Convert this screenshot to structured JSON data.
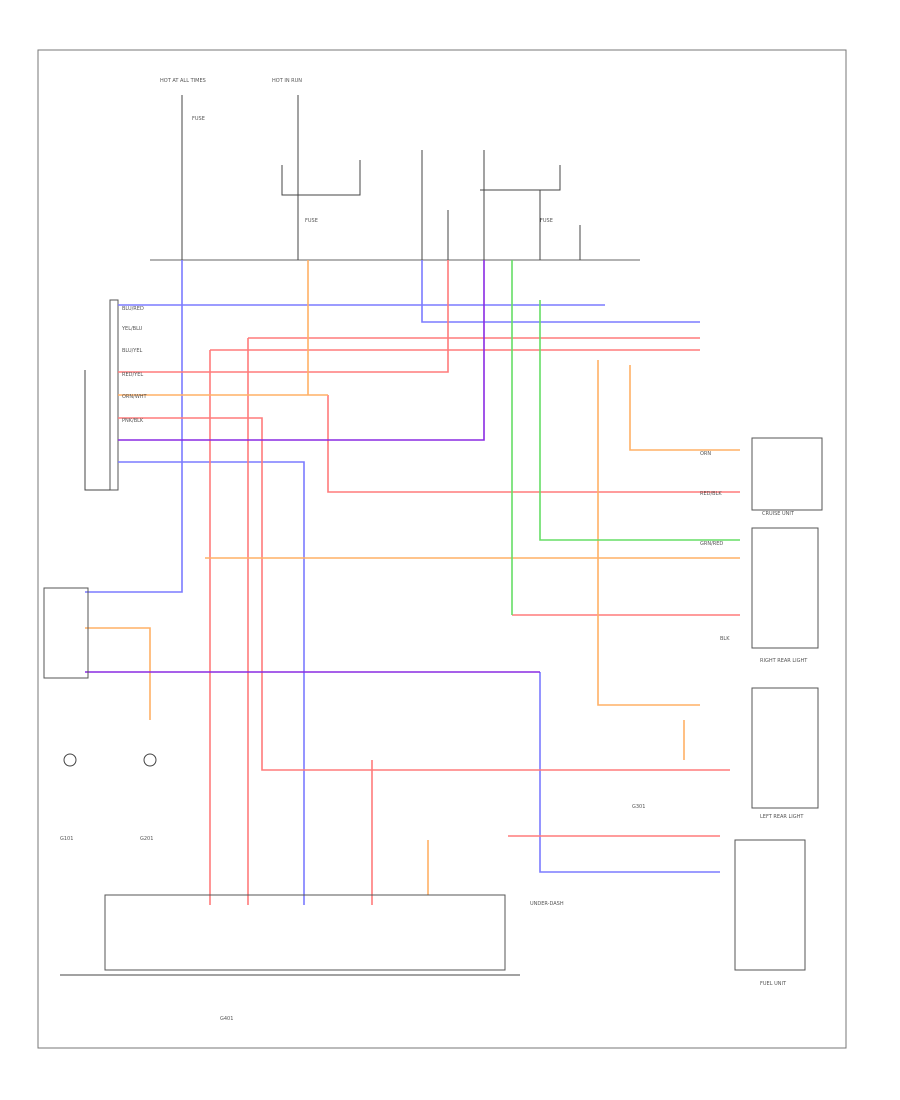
{
  "diagram": {
    "labels": [
      {
        "id": "hot-at-all-times",
        "text": "HOT AT ALL TIMES"
      },
      {
        "id": "hot-in-run",
        "text": "HOT IN RUN"
      },
      {
        "id": "note-top-right",
        "text": ""
      },
      {
        "id": "fuse-left",
        "text": "FUSE"
      },
      {
        "id": "fuse-mid",
        "text": "FUSE"
      },
      {
        "id": "fuse-right",
        "text": "FUSE"
      },
      {
        "id": "wire-blu-red",
        "text": "BLU/RED"
      },
      {
        "id": "wire-yel-blu",
        "text": "YEL/BLU"
      },
      {
        "id": "wire-blu-yel",
        "text": "BLU/YEL"
      },
      {
        "id": "wire-red-yel",
        "text": "RED/YEL"
      },
      {
        "id": "wire-orn-wht",
        "text": "ORN/WHT"
      },
      {
        "id": "wire-pnk-blk",
        "text": "PNK/BLK"
      },
      {
        "id": "wire-grn-red",
        "text": "GRN/RED"
      },
      {
        "id": "wire-red-blk",
        "text": "RED/BLK"
      },
      {
        "id": "wire-orn",
        "text": "ORN"
      },
      {
        "id": "wire-blk",
        "text": "BLK"
      },
      {
        "id": "cruise-unit",
        "text": "CRUISE UNIT"
      },
      {
        "id": "left-rear-light",
        "text": "LEFT REAR LIGHT"
      },
      {
        "id": "right-rear-light",
        "text": "RIGHT REAR LIGHT"
      },
      {
        "id": "fuel-unit",
        "text": "FUEL UNIT"
      },
      {
        "id": "under-dash",
        "text": "UNDER-DASH"
      },
      {
        "id": "ground-g1",
        "text": "G101"
      },
      {
        "id": "ground-g2",
        "text": "G201"
      },
      {
        "id": "ground-g3",
        "text": "G301"
      },
      {
        "id": "ground-g4",
        "text": "G401"
      },
      {
        "id": "page-ref",
        "text": ""
      }
    ]
  },
  "colors": {
    "blue": "#7b7bff",
    "red": "#ff7b7b",
    "orange": "#ffb066",
    "green": "#66dd66",
    "purple": "#8a2be2",
    "gray": "#444444"
  }
}
